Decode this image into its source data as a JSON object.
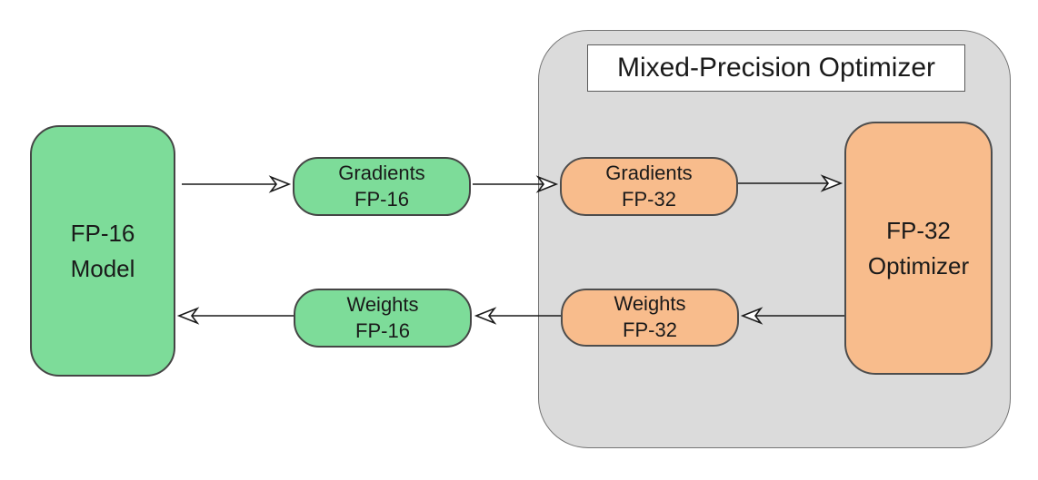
{
  "diagram": {
    "title": "Mixed-Precision Optimizer",
    "nodes": {
      "model": {
        "line1": "FP-16",
        "line2": "Model"
      },
      "gradients_fp16": {
        "line1": "Gradients",
        "line2": "FP-16"
      },
      "gradients_fp32": {
        "line1": "Gradients",
        "line2": "FP-32"
      },
      "optimizer_fp32": {
        "line1": "FP-32",
        "line2": "Optimizer"
      },
      "weights_fp32": {
        "line1": "Weights",
        "line2": "FP-32"
      },
      "weights_fp16": {
        "line1": "Weights",
        "line2": "FP-16"
      }
    },
    "arrows": [
      {
        "name": "model-to-gradients-fp16",
        "direction": "right"
      },
      {
        "name": "gradients-fp16-to-gradients-fp32",
        "direction": "right"
      },
      {
        "name": "gradients-fp32-to-optimizer",
        "direction": "right"
      },
      {
        "name": "optimizer-to-weights-fp32",
        "direction": "left"
      },
      {
        "name": "weights-fp32-to-weights-fp16",
        "direction": "left"
      },
      {
        "name": "weights-fp16-to-model",
        "direction": "left"
      }
    ],
    "colors": {
      "green": "#7ddc99",
      "orange": "#f8bc8c",
      "container_gray": "#dbdbdb",
      "border_dark": "#454545",
      "border_gray": "#757575",
      "arrow": "#1a1a1a",
      "background": "#ffffff"
    }
  }
}
